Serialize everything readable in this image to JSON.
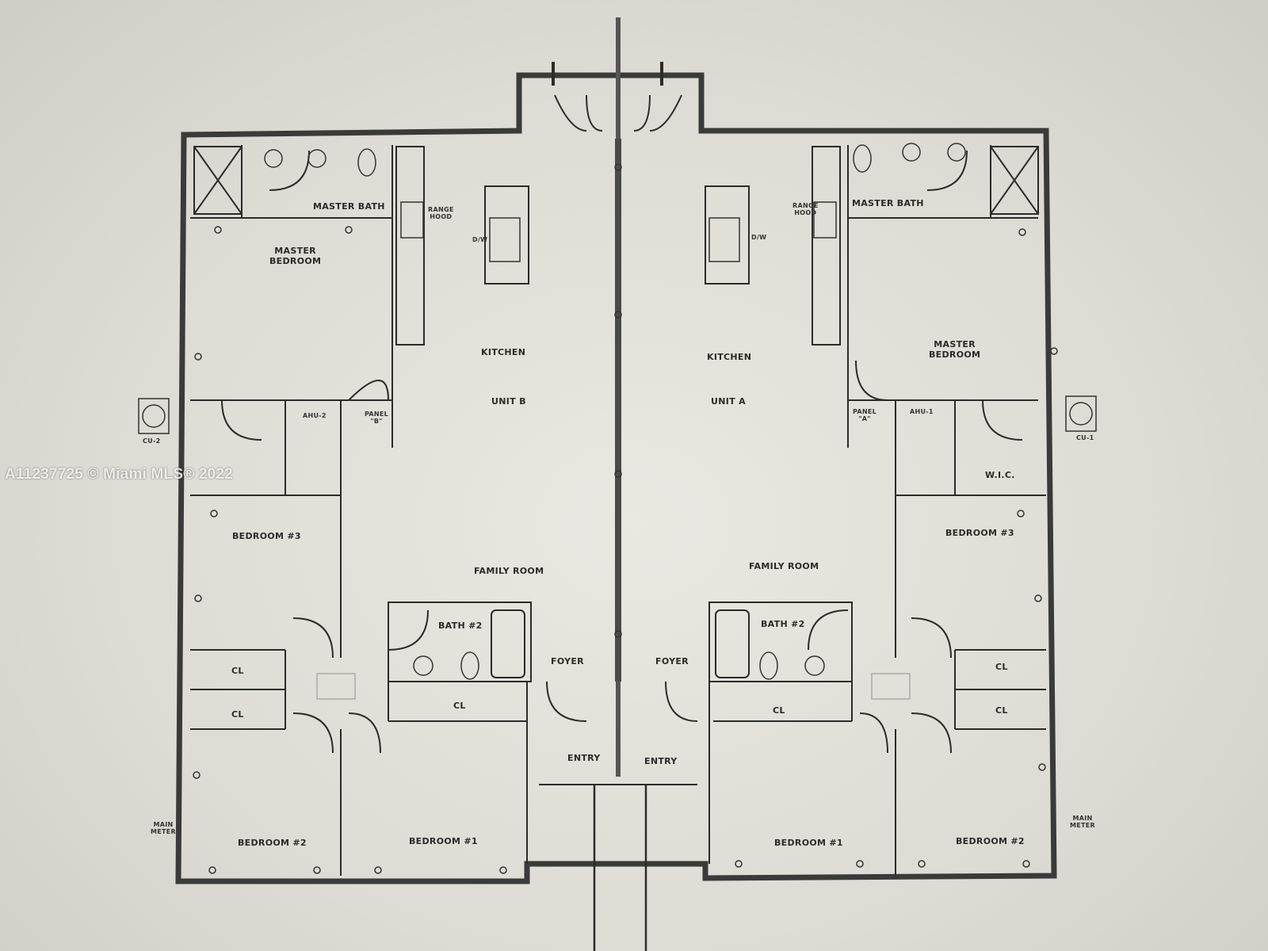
{
  "watermark": "A11237725 © Miami MLS® 2022",
  "unit_b": {
    "unit_label": "UNIT B",
    "kitchen": "KITCHEN",
    "family_room": "FAMILY ROOM",
    "master_bath": "MASTER BATH",
    "master_bedroom": "MASTER\nBEDROOM",
    "bedroom_3": "BEDROOM #3",
    "bedroom_2": "BEDROOM #2",
    "bedroom_1": "BEDROOM #1",
    "bath_2": "BATH #2",
    "cl_1": "CL",
    "cl_2": "CL",
    "cl_3": "CL",
    "foyer": "FOYER",
    "entry": "ENTRY",
    "panel": "PANEL\n\"B\"",
    "ahu": "AHU-2",
    "cu": "CU-2",
    "range_hood": "RANGE\nHOOD",
    "dw": "D/W",
    "main_meter": "MAIN\nMETER"
  },
  "unit_a": {
    "unit_label": "UNIT A",
    "kitchen": "KITCHEN",
    "family_room": "FAMILY ROOM",
    "master_bath": "MASTER BATH",
    "master_bedroom": "MASTER\nBEDROOM",
    "bedroom_3": "BEDROOM #3",
    "bedroom_2": "BEDROOM #2",
    "bedroom_1": "BEDROOM #1",
    "bath_2": "BATH #2",
    "wic": "W.I.C.",
    "cl_1": "CL",
    "cl_2": "CL",
    "cl_3": "CL",
    "foyer": "FOYER",
    "entry": "ENTRY",
    "panel": "PANEL\n\"A\"",
    "ahu": "AHU-1",
    "cu": "CU-1",
    "range_hood": "RANGE\nHOOD",
    "dw": "D/W",
    "main_meter": "MAIN\nMETER"
  },
  "colors": {
    "wall": "#2b2b2b",
    "paper": "#e9e8e1",
    "ink": "#333333"
  }
}
